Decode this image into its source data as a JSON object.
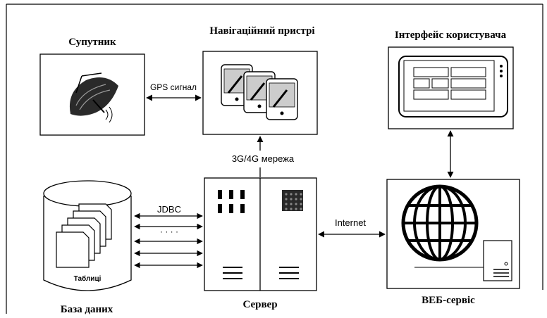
{
  "labels": {
    "satellite": "Супутник",
    "nav_device": "Навігаційний пристрі",
    "user_interface": "Інтерфейс користувача",
    "gps_signal": "GPS сигнал",
    "network": "3G/4G мережа",
    "jdbc": "JDBC",
    "dots": "· · · ·",
    "tables": "Таблиці",
    "database": "База даних",
    "server": "Сервер",
    "internet": "Internet",
    "web_service": "ВЕБ-сервіс"
  },
  "icons": {
    "satellite": "satellite-dish-icon",
    "nav_device": "pda-devices-icon",
    "user_interface": "tablet-screen-icon",
    "database": "database-cylinder-icon",
    "server": "server-rack-icon",
    "web_service": "globe-computer-icon"
  }
}
